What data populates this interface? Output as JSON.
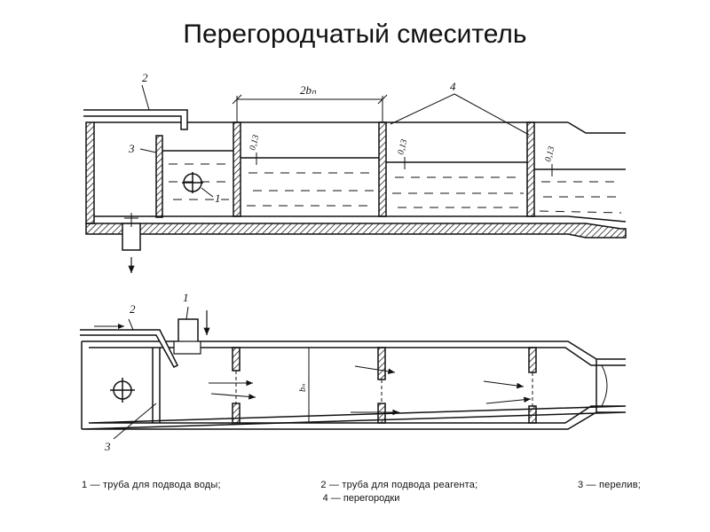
{
  "title": "Перегородчатый смеситель",
  "labels": {
    "pipe_water": "1",
    "pipe_reagent": "2",
    "overflow": "3",
    "partitions": "4",
    "width_dim": "2bₙ",
    "level_dim": "0,13",
    "width_plan": "bₙ"
  },
  "legend": {
    "item1": "1 — труба   для   подвода   воды;",
    "item2": "2 — труба   для   подвода   реагента;",
    "item3": "3 — перелив;",
    "item4": "4 — перегородки"
  }
}
